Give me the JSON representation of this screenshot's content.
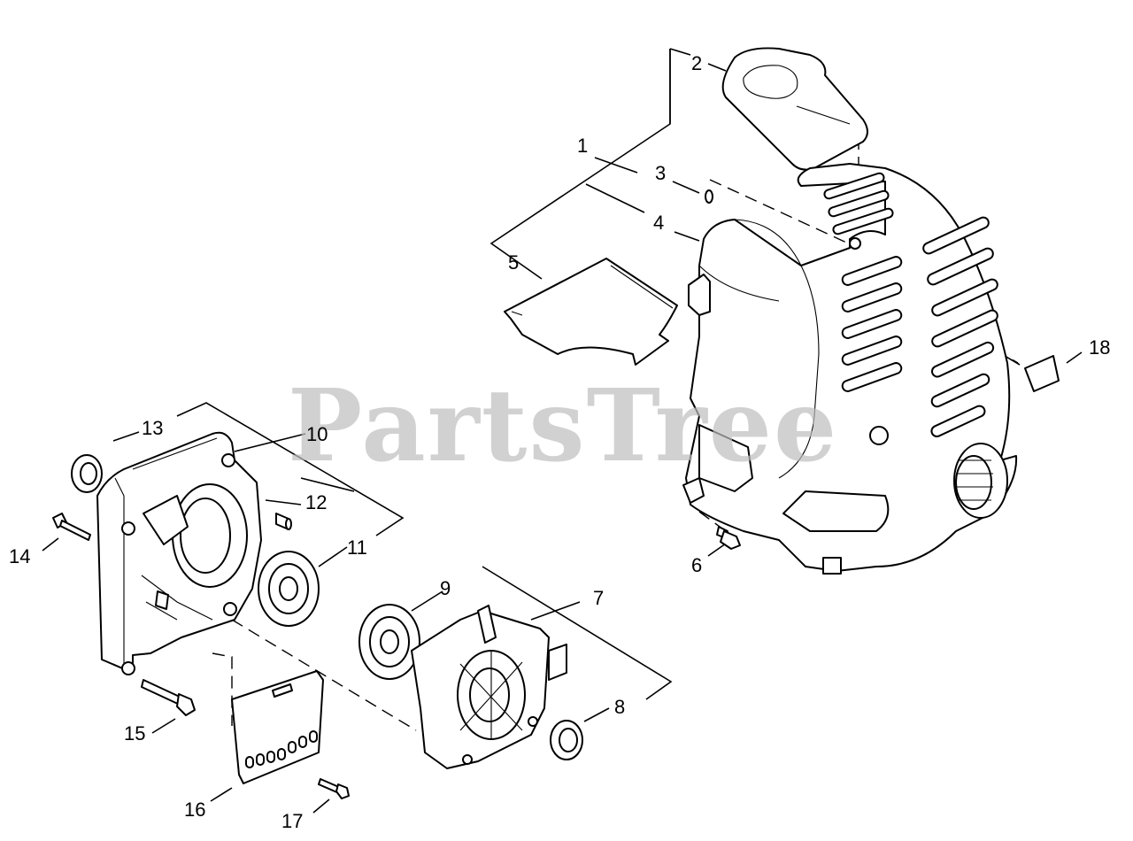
{
  "watermark": "PartsTree",
  "callouts": [
    "1",
    "2",
    "3",
    "4",
    "5",
    "6",
    "7",
    "8",
    "9",
    "10",
    "11",
    "12",
    "13",
    "14",
    "15",
    "16",
    "17",
    "18"
  ]
}
